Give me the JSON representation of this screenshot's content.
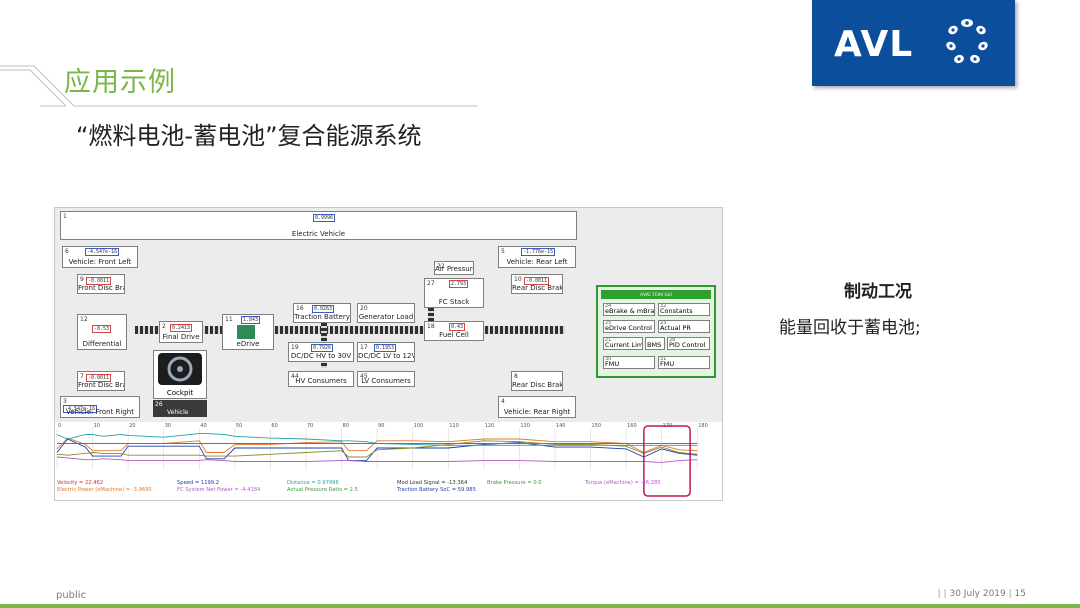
{
  "slide": {
    "title": "应用示例",
    "subtitle": "“燃料电池-蓄电池”复合能源系统",
    "logo_text": "AVL",
    "footer_left": "public",
    "footer_right_pipe1": "|",
    "footer_right_pipe2": "|",
    "footer_right_date": "30 July 2019",
    "footer_right_pipe3": "|",
    "footer_right_page": "15",
    "accent_green": "#7ab648",
    "brand_blue": "#0b4f9c"
  },
  "side": {
    "heading": "制动工况",
    "text": "能量回收于蓄电池;"
  },
  "model": {
    "top": {
      "num": "1",
      "label": "Electric Vehicle",
      "val": "0.9996"
    },
    "blocks": [
      {
        "num": "6",
        "label": "Vehicle: Front Left",
        "val": "-4.547e-16"
      },
      {
        "num": "9",
        "label": "Front Disc Brake",
        "val": "-0.0011"
      },
      {
        "num": "12",
        "label": "Differential",
        "val": "-8.53"
      },
      {
        "num": "7",
        "label": "Front Disc Brake",
        "val": "-0.0011"
      },
      {
        "num": "3",
        "label": "Vehicle: Front Right",
        "val": "-4.547e-16"
      },
      {
        "num": "2",
        "label": "Final Drive",
        "val": "0.2413"
      },
      {
        "num": "11",
        "label": "eDrive",
        "val": "1.843"
      },
      {
        "num": "16",
        "label": "Traction Battery",
        "val": "0.0263"
      },
      {
        "num": "20",
        "label": "Generator Load",
        "val": ""
      },
      {
        "num": "19",
        "label": "DC/DC HV to 30V",
        "val": "0.7926"
      },
      {
        "num": "17",
        "label": "DC/DC LV to 12V",
        "val": "0.1953"
      },
      {
        "num": "44",
        "label": "HV Consumers",
        "val": ""
      },
      {
        "num": "45",
        "label": "LV Consumers",
        "val": ""
      },
      {
        "num": "22",
        "label": "Air Pressure",
        "val": ""
      },
      {
        "num": "27",
        "label": "FC Stack",
        "val": "2.793"
      },
      {
        "num": "18",
        "label": "Fuel Cell",
        "val": "0.43"
      },
      {
        "num": "5",
        "label": "Vehicle: Rear Left",
        "val": "-1.776e-15"
      },
      {
        "num": "10",
        "label": "Rear Disc Brake",
        "val": "-0.0011"
      },
      {
        "num": "8",
        "label": "Rear Disc Brake",
        "val": ""
      },
      {
        "num": "4",
        "label": "Vehicle: Rear Right",
        "val": ""
      }
    ],
    "cockpit_label": "Cockpit",
    "vehicle_icon_num": "26",
    "vehicle_icon_label": "Vehicle",
    "panel": {
      "header": "HVAC FCHV GUI",
      "items": [
        {
          "num": "24",
          "label": "eBrake & mBrake Distr"
        },
        {
          "num": "32",
          "label": "Constants"
        },
        {
          "num": "25",
          "label": "eDrive Control System"
        },
        {
          "num": "23",
          "label": "Actual PR"
        },
        {
          "num": "21",
          "label": "Current Limit"
        },
        {
          "num": "",
          "label": "BMS"
        },
        {
          "num": "28",
          "label": "PID Control"
        },
        {
          "num": "30",
          "label": "FMU"
        },
        {
          "num": "31",
          "label": "FMU"
        }
      ]
    }
  },
  "chart_data": {
    "type": "line",
    "x_ticks": [
      "0",
      "10",
      "20",
      "30",
      "40",
      "50",
      "60",
      "70",
      "80",
      "90",
      "100",
      "110",
      "120",
      "130",
      "140",
      "150",
      "160",
      "170",
      "180"
    ],
    "xlim": [
      0,
      185
    ],
    "x": [
      0,
      3,
      8,
      10,
      13,
      18,
      20,
      30,
      40,
      42,
      47,
      50,
      60,
      70,
      80,
      82,
      87,
      90,
      100,
      110,
      120,
      130,
      140,
      150,
      160,
      165,
      170,
      175,
      180
    ],
    "series": [
      {
        "color": "#1f3fa8",
        "values": [
          30,
          60,
          42,
          22,
          22,
          22,
          44,
          44,
          44,
          16,
          16,
          40,
          40,
          40,
          40,
          12,
          12,
          40,
          40,
          40,
          48,
          52,
          42,
          42,
          38,
          20,
          38,
          28,
          24
        ]
      },
      {
        "color": "#e0782a",
        "values": [
          38,
          62,
          48,
          34,
          34,
          34,
          50,
          50,
          56,
          30,
          30,
          48,
          48,
          52,
          54,
          34,
          34,
          56,
          56,
          54,
          60,
          60,
          54,
          54,
          50,
          30,
          46,
          36,
          34
        ]
      },
      {
        "color": "#2aa0a8",
        "values": [
          70,
          60,
          70,
          70,
          66,
          70,
          68,
          64,
          72,
          72,
          70,
          66,
          62,
          60,
          56,
          56,
          54,
          50,
          48,
          46,
          46,
          46,
          46,
          46,
          46,
          46,
          46,
          46,
          46
        ]
      },
      {
        "color": "#3a9a3a",
        "values": [
          50,
          50,
          50,
          50,
          50,
          50,
          50,
          50,
          50,
          50,
          50,
          50,
          50,
          50,
          50,
          50,
          50,
          50,
          50,
          50,
          50,
          50,
          50,
          50,
          50,
          50,
          50,
          50,
          50
        ]
      },
      {
        "color": "#b45ac8",
        "values": [
          20,
          18,
          14,
          14,
          16,
          14,
          12,
          12,
          12,
          14,
          12,
          10,
          10,
          10,
          12,
          12,
          10,
          10,
          10,
          10,
          12,
          12,
          10,
          10,
          10,
          10,
          8,
          12,
          14
        ]
      },
      {
        "color": "#8a8a2a",
        "values": [
          26,
          24,
          28,
          30,
          28,
          28,
          24,
          24,
          24,
          22,
          22,
          22,
          26,
          30,
          34,
          20,
          20,
          36,
          40,
          48,
          56,
          54,
          48,
          48,
          44,
          28,
          42,
          30,
          26
        ]
      }
    ],
    "legend": [
      {
        "label": "Velocity = 22.462",
        "color": "#c0392b"
      },
      {
        "label": "Electric Power (eMachine) = -3.9695",
        "color": "#e0782a"
      },
      {
        "label": "Speed = 1199.2",
        "color": "#1f3fa8"
      },
      {
        "label": "FC System Net Power = -4.4184",
        "color": "#b45ac8"
      },
      {
        "label": "Distance = 0.97996",
        "color": "#2aa0a8"
      },
      {
        "label": "Actual Pressure Ratio = 2.5",
        "color": "#3a9a3a"
      },
      {
        "label": "Mod Load Signal = -13.364",
        "color": "#333333"
      },
      {
        "label": "Traction Battery SoC = 59.985",
        "color": "#1f3fa8"
      },
      {
        "label": "Brake Pressure = 0.0",
        "color": "#3a9a3a"
      },
      {
        "label": "Torque (eMachine) = -46.285",
        "color": "#b45ac8"
      }
    ],
    "highlight_x_range": [
      165,
      178
    ],
    "highlight_color": "#c0185a"
  }
}
